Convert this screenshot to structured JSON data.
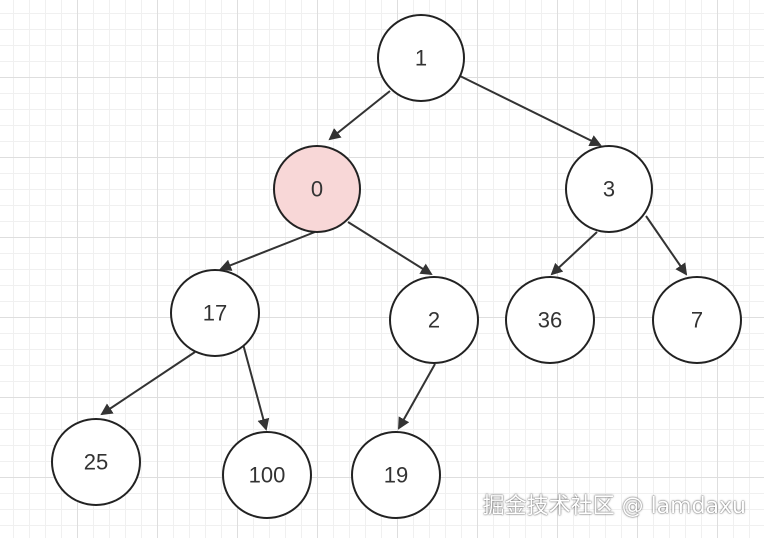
{
  "tree": {
    "nodes": [
      {
        "id": "n1",
        "label": "1"
      },
      {
        "id": "n0",
        "label": "0",
        "highlighted": true
      },
      {
        "id": "n3",
        "label": "3"
      },
      {
        "id": "n17",
        "label": "17"
      },
      {
        "id": "n2",
        "label": "2"
      },
      {
        "id": "n36",
        "label": "36"
      },
      {
        "id": "n7",
        "label": "7"
      },
      {
        "id": "n25",
        "label": "25"
      },
      {
        "id": "n100",
        "label": "100"
      },
      {
        "id": "n19",
        "label": "19"
      }
    ],
    "edges": [
      [
        "n1",
        "n0"
      ],
      [
        "n1",
        "n3"
      ],
      [
        "n0",
        "n17"
      ],
      [
        "n0",
        "n2"
      ],
      [
        "n3",
        "n36"
      ],
      [
        "n3",
        "n7"
      ],
      [
        "n17",
        "n25"
      ],
      [
        "n17",
        "n100"
      ],
      [
        "n2",
        "n19"
      ]
    ]
  },
  "colors": {
    "node_fill": "#ffffff",
    "highlight_fill": "#f8d7d7",
    "stroke": "#222222",
    "edge": "#333333"
  },
  "watermark": "掘金技术社区 @ lamdaxu"
}
